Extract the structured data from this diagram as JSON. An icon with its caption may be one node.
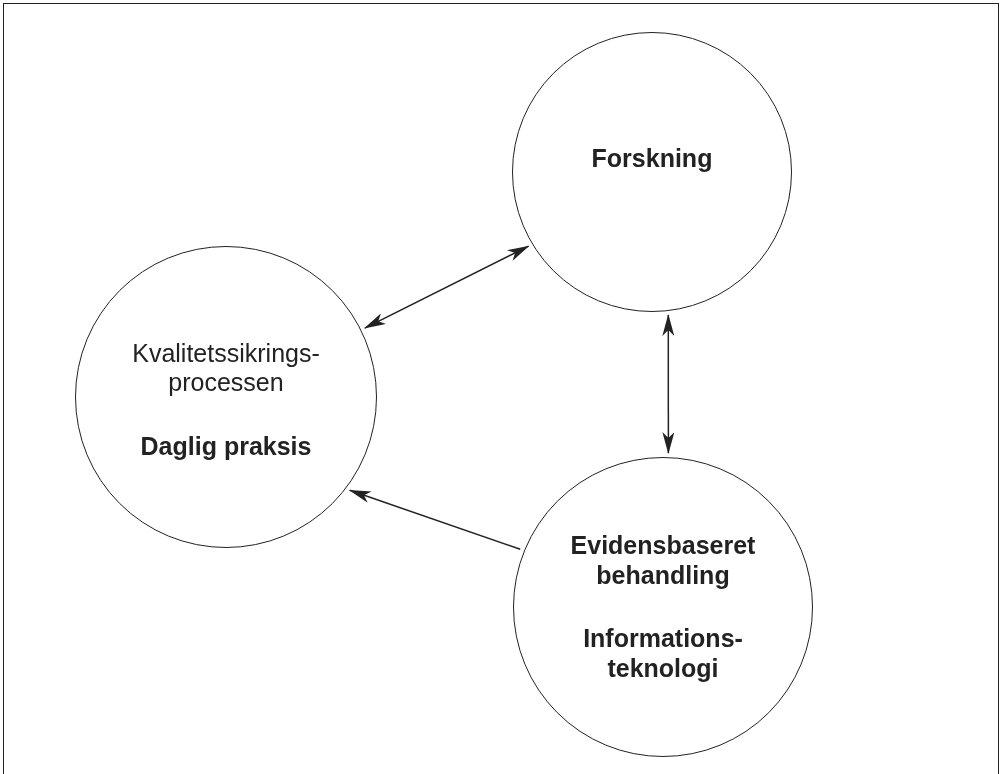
{
  "diagram": {
    "nodes": [
      {
        "text": [
          "Forskning"
        ]
      },
      {
        "text": [
          "Kvalitetssikrings-processen",
          "Daglig praksis"
        ]
      },
      {
        "text": [
          "Evidensbaseret behandling",
          "Informations-teknologi"
        ]
      }
    ],
    "edges": [
      {
        "from": 1,
        "to": 0,
        "arrow": "both"
      },
      {
        "from": 0,
        "to": 2,
        "arrow": "both"
      },
      {
        "from": 2,
        "to": 1,
        "arrow": "to"
      }
    ]
  }
}
